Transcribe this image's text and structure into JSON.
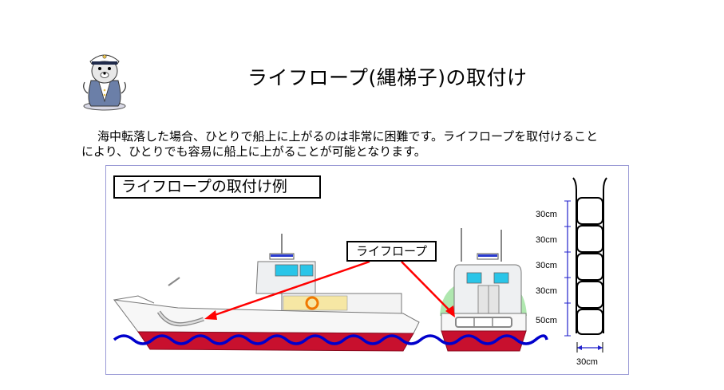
{
  "title": "ライフロープ(縄梯子)の取付け",
  "intro": {
    "line1": "海中転落した場合、ひとりで船上に上がるのは非常に困難です。ライフロープを取付けること",
    "line2": "により、ひとりでも容易に船上に上がることが可能となります。"
  },
  "figure": {
    "caption": "ライフロープの取付け例",
    "rope_label": "ライフロープ",
    "ladder_spacings": [
      "30cm",
      "30cm",
      "30cm",
      "30cm",
      "50cm"
    ],
    "ladder_width": "30cm"
  },
  "colors": {
    "hull": "#c8102e",
    "water": "#0000cc",
    "arrow": "#ff0000",
    "rope": "#888888",
    "dimension": "#2222cc",
    "frame": "#9b9bd6"
  }
}
